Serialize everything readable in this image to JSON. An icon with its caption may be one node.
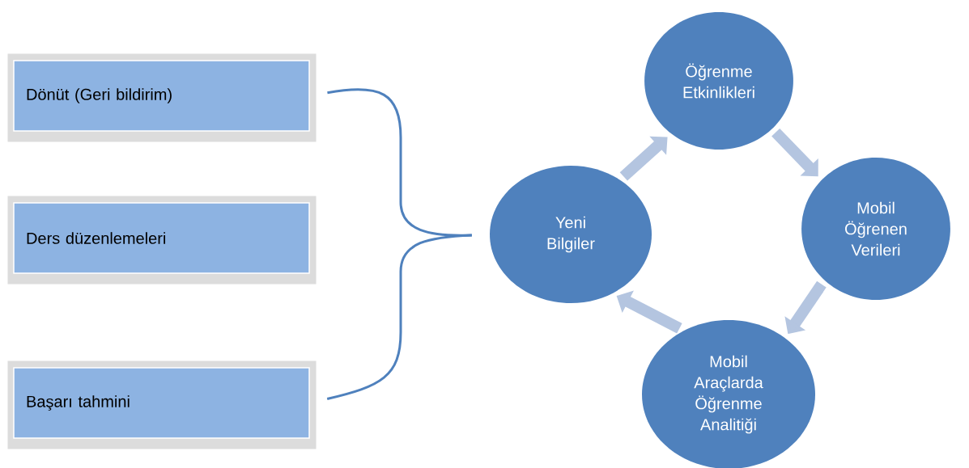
{
  "diagram": {
    "nodes": [
      {
        "text": [
          "Dönüt (Geri bildirim)"
        ]
      },
      {
        "text": [
          "Ders düzenlemeleri"
        ]
      },
      {
        "text": [
          "Başarı tahmini"
        ]
      },
      {
        "text": [
          "Yeni Bilgiler"
        ]
      },
      {
        "text": [
          "Öğrenme Etkinlikleri"
        ]
      },
      {
        "text": [
          "Mobil Öğrenen Verileri"
        ]
      },
      {
        "text": [
          "Mobil Araçlarda Öğrenme Analitiği"
        ]
      }
    ],
    "edges": [
      {
        "from": 0,
        "to": 3,
        "arrow": "none",
        "color": "#4f81bd"
      },
      {
        "from": 2,
        "to": 3,
        "arrow": "none",
        "color": "#4f81bd"
      },
      {
        "from": 3,
        "to": 4,
        "arrow": "to"
      },
      {
        "from": 4,
        "to": 5,
        "arrow": "to"
      },
      {
        "from": 5,
        "to": 6,
        "arrow": "to"
      },
      {
        "from": 6,
        "to": 3,
        "arrow": "to"
      }
    ]
  }
}
